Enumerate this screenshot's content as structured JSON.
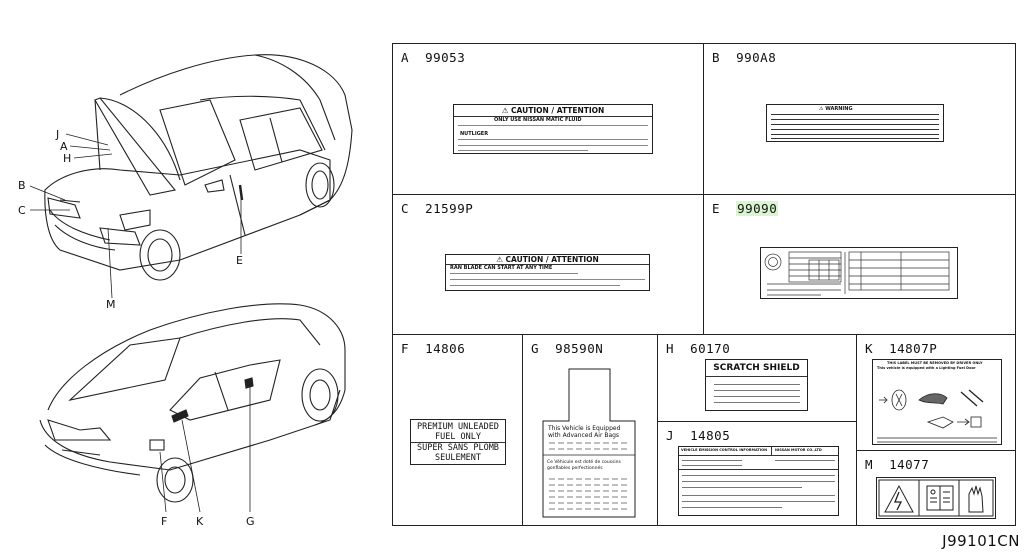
{
  "diagram_id": "J99101CN",
  "callouts": {
    "J": "J",
    "A": "A",
    "H": "H",
    "B": "B",
    "C": "C",
    "M": "M",
    "E": "E",
    "F": "F",
    "K": "K",
    "G": "G"
  },
  "parts": {
    "A": {
      "letter": "A",
      "number": "99053",
      "heading": "CAUTION / ATTENTION",
      "line1": "ONLY USE NISSAN MATIC FLUID",
      "line2": "NUTLIGER"
    },
    "B": {
      "letter": "B",
      "number": "990A8",
      "heading": "WARNING"
    },
    "C": {
      "letter": "C",
      "number": "21599P",
      "heading": "CAUTION / ATTENTION",
      "line1": "RAN BLADE CAN START AT ANY TIME"
    },
    "E": {
      "letter": "E",
      "number": "99090"
    },
    "F": {
      "letter": "F",
      "number": "14806",
      "line1": "PREMIUM UNLEADED",
      "line2": "FUEL ONLY",
      "line3": "SUPER SANS PLOMB",
      "line4": "SEULEMENT"
    },
    "G": {
      "letter": "G",
      "number": "98590N",
      "line1": "This Vehicle is Equipped",
      "line2": "with Advanced Air Bags",
      "line3": "Ce Véhicule est doté de coussins",
      "line4": "gonflables perfectionnés"
    },
    "H": {
      "letter": "H",
      "number": "60170",
      "heading": "SCRATCH SHIELD"
    },
    "J": {
      "letter": "J",
      "number": "14805",
      "head_left": "VEHICLE EMISSION CONTROL INFORMATION",
      "head_right": "NISSAN MOTOR CO.,LTD"
    },
    "K": {
      "letter": "K",
      "number": "14807P",
      "line1": "THIS LABEL MUST BE REMOVED BY DRIVER ONLY",
      "line2": "This vehicle is equipped with a Lighting Fuel Door"
    },
    "M": {
      "letter": "M",
      "number": "14077"
    }
  }
}
